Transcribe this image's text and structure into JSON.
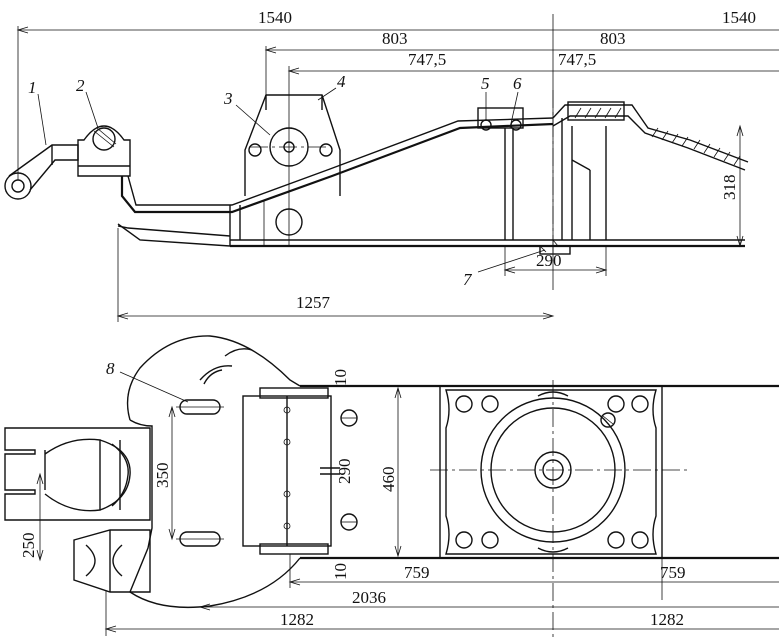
{
  "dimensions": {
    "top_left_1540": "1540",
    "top_right_1540": "1540",
    "d803_left": "803",
    "d803_right": "803",
    "d747_left": "747,5",
    "d747_right": "747,5",
    "d318": "318",
    "d290_bottom": "290",
    "d1257": "1257",
    "d10_top": "10",
    "d290_mid": "290",
    "d460": "460",
    "d350": "350",
    "d250": "250",
    "d10_bottom": "10",
    "d759_left": "759",
    "d759_right": "759",
    "d2036": "2036",
    "d1282_left": "1282",
    "d1282_right": "1282"
  },
  "callouts": {
    "c1": "1",
    "c2": "2",
    "c3": "3",
    "c4": "4",
    "c5": "5",
    "c6": "6",
    "c7": "7",
    "c8": "8"
  }
}
